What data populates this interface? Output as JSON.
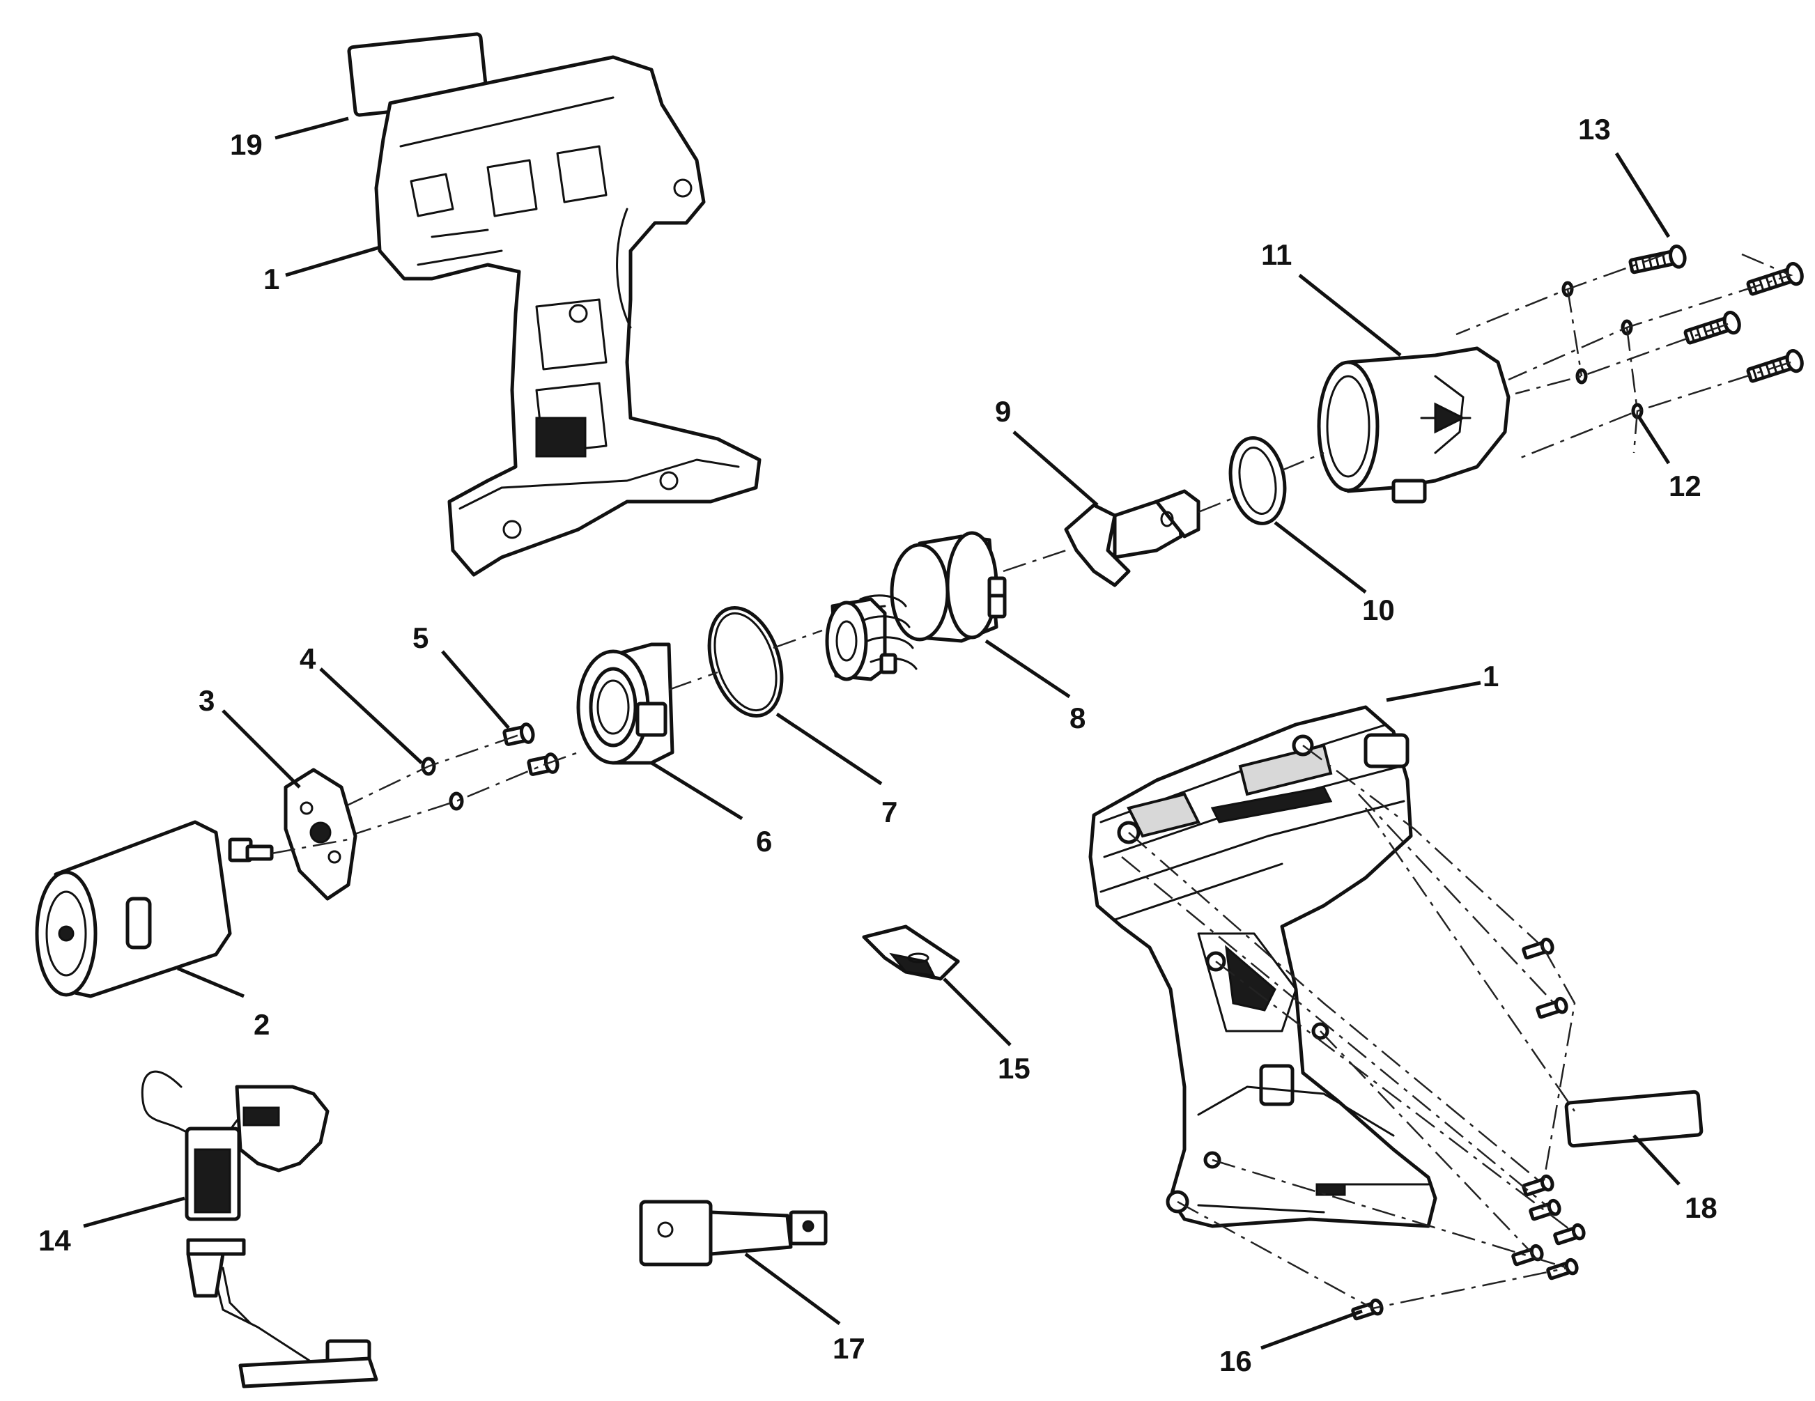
{
  "diagram": {
    "callouts": [
      {
        "id": "19",
        "text": "19"
      },
      {
        "id": "1a",
        "text": "1"
      },
      {
        "id": "13",
        "text": "13"
      },
      {
        "id": "11",
        "text": "11"
      },
      {
        "id": "12",
        "text": "12"
      },
      {
        "id": "9",
        "text": "9"
      },
      {
        "id": "10",
        "text": "10"
      },
      {
        "id": "8",
        "text": "8"
      },
      {
        "id": "5",
        "text": "5"
      },
      {
        "id": "4",
        "text": "4"
      },
      {
        "id": "3",
        "text": "3"
      },
      {
        "id": "7",
        "text": "7"
      },
      {
        "id": "6",
        "text": "6"
      },
      {
        "id": "1b",
        "text": "1"
      },
      {
        "id": "2",
        "text": "2"
      },
      {
        "id": "15",
        "text": "15"
      },
      {
        "id": "18",
        "text": "18"
      },
      {
        "id": "14",
        "text": "14"
      },
      {
        "id": "17",
        "text": "17"
      },
      {
        "id": "16",
        "text": "16"
      }
    ]
  }
}
